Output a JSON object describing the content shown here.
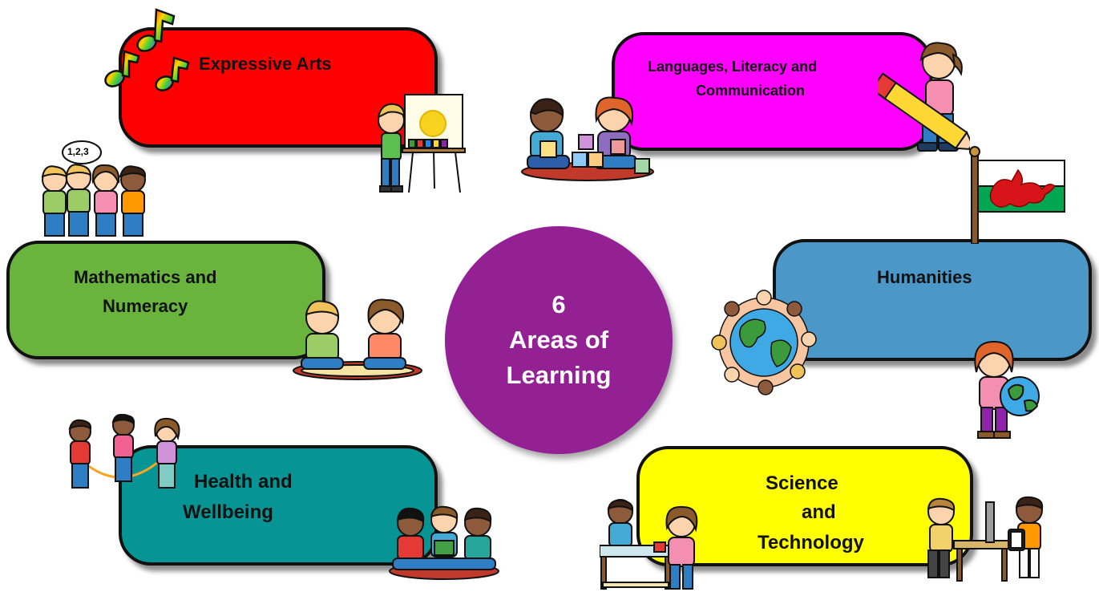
{
  "center": {
    "line1": "6",
    "line2": "Areas of",
    "line3": "Learning",
    "color": "#942193"
  },
  "areas": [
    {
      "id": "expressive-arts",
      "label": "Expressive Arts",
      "color": "#ff0000"
    },
    {
      "id": "languages",
      "line1": "Languages, Literacy and",
      "line2": "Communication",
      "color": "#ff00ff"
    },
    {
      "id": "maths",
      "line1": "Mathematics and",
      "line2": "Numeracy",
      "color": "#6ab43e"
    },
    {
      "id": "humanities",
      "label": "Humanities",
      "color": "#4a97c8"
    },
    {
      "id": "health",
      "line1": "Health and",
      "line2": "Wellbeing",
      "color": "#079494"
    },
    {
      "id": "science",
      "line1": "Science",
      "line2": "and",
      "line3": "Technology",
      "color": "#ffff00"
    }
  ],
  "bubble_text": "1,2,3",
  "icons": [
    "music-notes-icon",
    "painting-child-icon",
    "blocks-children-icon",
    "pencil-child-icon",
    "welsh-flag-icon",
    "counting-children-icon",
    "numbers-children-icon",
    "globe-children-icon",
    "child-with-globe-icon",
    "skipping-children-icon",
    "reading-children-icon",
    "science-children-icon",
    "computer-children-icon"
  ]
}
